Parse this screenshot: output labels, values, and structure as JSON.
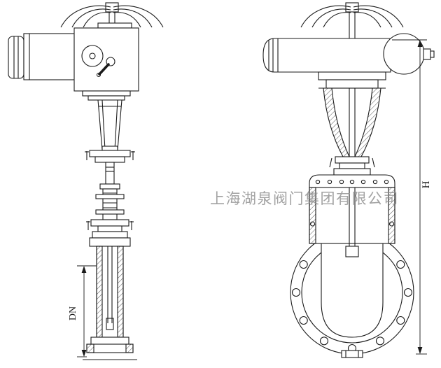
{
  "watermark": {
    "text": "上海湖泉阀门集团有限公司"
  },
  "dimensions": {
    "dn_label": "DN",
    "h_label": "H"
  },
  "colors": {
    "line": "#1a1a1a",
    "fill_arrow": "#1a1a1a",
    "watermark": "#8c8c8c",
    "hatch": "#444444",
    "background": "#ffffff"
  }
}
